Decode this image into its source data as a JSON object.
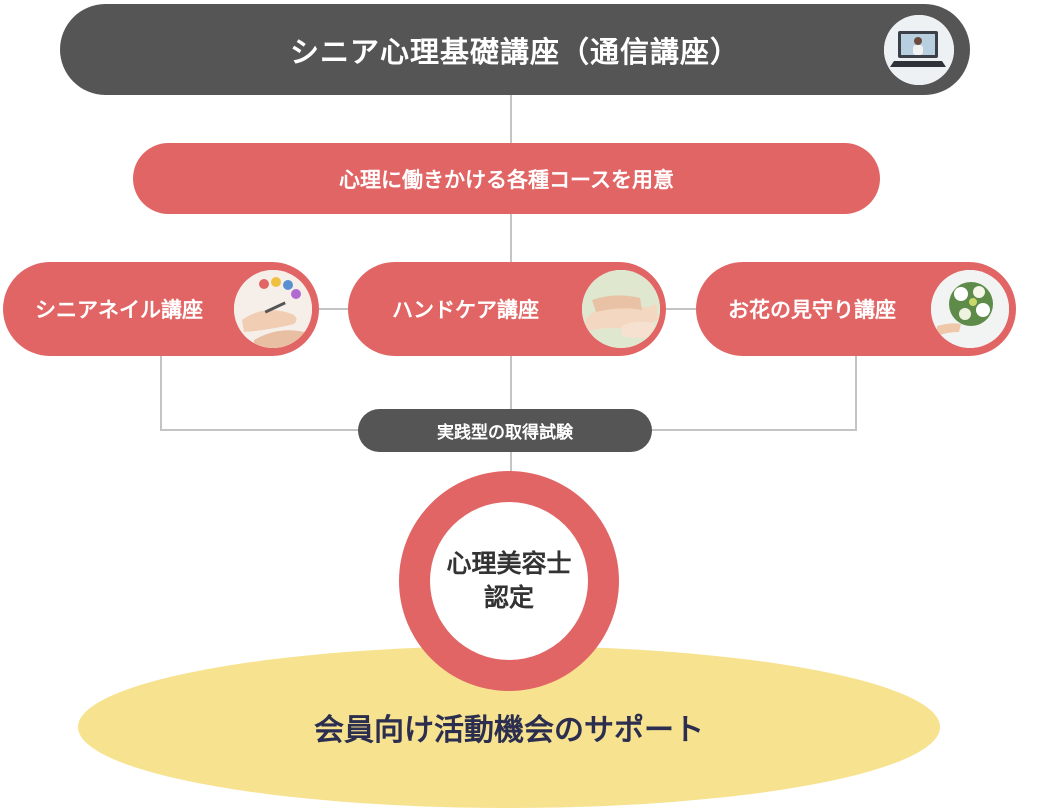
{
  "main_course": {
    "title": "シニア心理基礎講座（通信講座）",
    "icon": "laptop-video-call-photo"
  },
  "intro": {
    "label": "心理に働きかける各種コースを用意"
  },
  "courses": [
    {
      "label": "シニアネイル講座",
      "icon": "nail-painting-photo"
    },
    {
      "label": "ハンドケア講座",
      "icon": "hand-care-photo"
    },
    {
      "label": "お花の見守り講座",
      "icon": "flower-bouquet-photo"
    }
  ],
  "exam": {
    "label": "実践型の取得試験"
  },
  "certification": {
    "line1": "心理美容士",
    "line2": "認定"
  },
  "support": {
    "label": "会員向け活動機会のサポート"
  },
  "colors": {
    "dark": "#555555",
    "coral": "#e26565",
    "yellow": "#f7e28f",
    "navy": "#2b2e4f"
  }
}
